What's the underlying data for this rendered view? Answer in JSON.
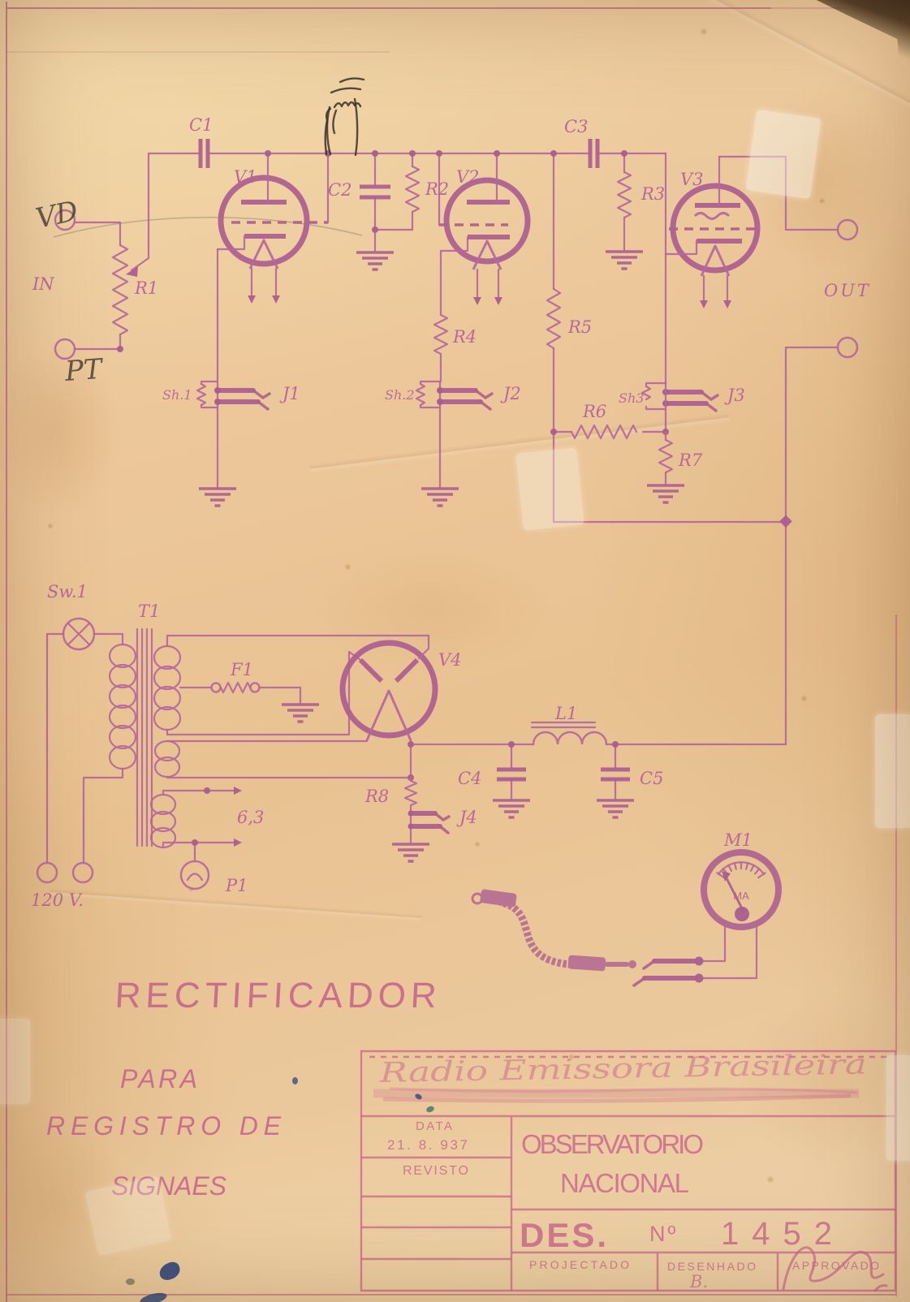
{
  "headings": {
    "title": "RECTIFICADOR",
    "sub1": "PARA",
    "sub2": "REGISTRO DE",
    "sub3": "SIGNAES"
  },
  "terminals": {
    "vd": "VD",
    "pt": "PT",
    "in": "IN",
    "out": "OUT"
  },
  "components": {
    "c1": "C1",
    "c2": "C2",
    "c3": "C3",
    "c4": "C4",
    "c5": "C5",
    "r1": "R1",
    "r2": "R2",
    "r3": "R3",
    "r4": "R4",
    "r5": "R5",
    "r6": "R6",
    "r7": "R7",
    "r8": "R8",
    "v1": "V1",
    "v2": "V2",
    "v3": "V3",
    "v4": "V4",
    "sh1": "Sh.1",
    "sh2": "Sh.2",
    "sh3": "Sh3",
    "j1": "J1",
    "j2": "J2",
    "j3": "J3",
    "j4": "J4",
    "sw1": "Sw.1",
    "t1": "T1",
    "f1": "F1",
    "p1": "P1",
    "l1": "L1",
    "m1": "M1",
    "heater_tap": "6,3",
    "mains": "120 V.",
    "meter_unit": "MA"
  },
  "title_block": {
    "company_script": "Radio Emissora Brasileira",
    "data_label": "DATA",
    "date": "21. 8. 937",
    "revisto_label": "REVISTO",
    "org_line1": "OBSERVATORIO",
    "org_line2": "NACIONAL",
    "des_label": "DES.",
    "no_label": "Nº",
    "drawing_number": "1452",
    "projectado_label": "PROJECTADO",
    "desenhado_label": "DESENHADO",
    "approvado_label": "APPROVADO",
    "desenhado_signature": "B."
  },
  "colors": {
    "ink": "#b4689c",
    "stamp": "#c9648c",
    "paper": "#ecc79a",
    "pencil": "#4a4339"
  }
}
